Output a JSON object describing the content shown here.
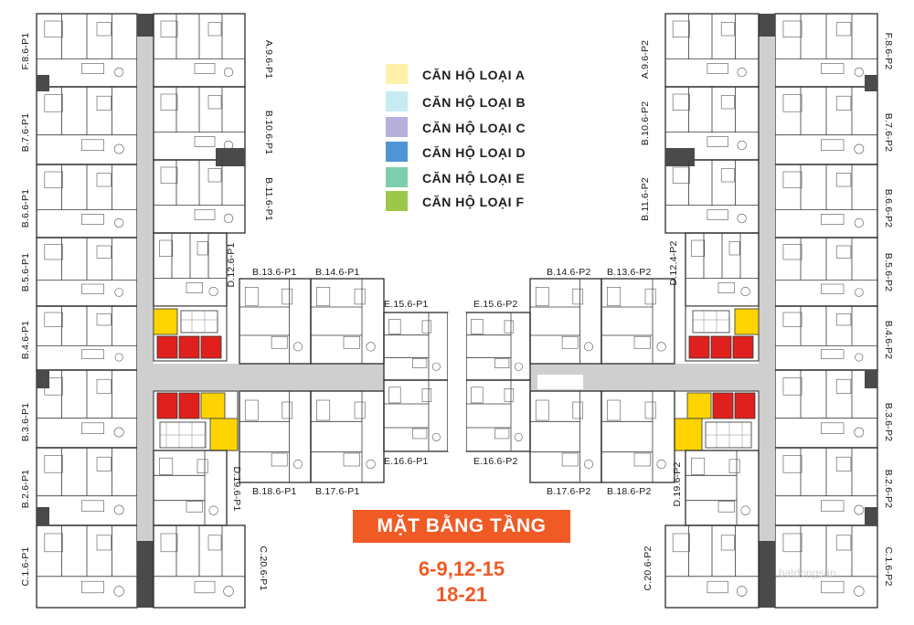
{
  "legend": [
    {
      "label": "CĂN HỘ LOẠI A",
      "color": "#fff1a8"
    },
    {
      "label": "CĂN HỘ LOẠI B",
      "color": "#c6ebf2"
    },
    {
      "label": "CĂN HỘ LOẠI C",
      "color": "#b5b0dc"
    },
    {
      "label": "CĂN HỘ LOẠI D",
      "color": "#4f95d5"
    },
    {
      "label": "CĂN HỘ LOẠI E",
      "color": "#7ccfae"
    },
    {
      "label": "CĂN HỘ LOẠI F",
      "color": "#9cc84a"
    }
  ],
  "colors": {
    "corridor": "#cfcfcf",
    "core": "#4a4a4a",
    "stair_red": "#e0201c",
    "stair_yellow": "#ffd400",
    "title_orange": "#f05a24"
  },
  "title": "MẶT BẰNG TẦNG",
  "floors_line1": "6-9,12-15",
  "floors_line2": "18-21",
  "watermark": "batdongsan",
  "units": {
    "F8_P1": "F.8.6-P1",
    "A9_P1": "A.9.6-P1",
    "B7_P1": "B.7.6-P1",
    "B10_P1": "B.10.6-P1",
    "B6_P1": "B.6.6-P1",
    "B11_P1": "B.11.6-P1",
    "B5_P1": "B.5.6-P1",
    "D12_P1": "D.12.6-P1",
    "B13_P1": "B.13.6-P1",
    "B14_P1": "B.14.6-P1",
    "B4_P1": "B.4.6-P1",
    "E15_P1": "E.15.6-P1",
    "B3_P1": "B.3.6-P1",
    "E16_P1": "E.16.6-P1",
    "B2_P1": "B.2.6-P1",
    "D19_P1": "D.19.6-P1",
    "B18_P1": "B.18.6-P1",
    "B17_P1": "B.17.6-P1",
    "C1_P1": "C.1.6-P1",
    "C20_P1": "C.20.6-P1",
    "F8_P2": "F.8.6-P2",
    "A9_P2": "A.9.6-P2",
    "B7_P2": "B.7.6-P2",
    "B10_P2": "B.10.6-P2",
    "B6_P2": "B.6.6-P2",
    "B11_P2": "B.11.6-P2",
    "B5_P2": "B.5.6-P2",
    "D12_P2": "D.12.4-P2",
    "B14_P2": "B.14.6-P2",
    "B13_P2": "B.13.6-P2",
    "B4_P2": "B.4.6-P2",
    "E15_P2": "E.15.6-P2",
    "B3_P2": "B.3.6-P2",
    "E16_P2": "E.16.6-P2",
    "B2_P2": "B.2.6-P2",
    "D19_P2": "D.19.6-P2",
    "B17_P2": "B.17.6-P2",
    "B18_P2": "B.18.6-P2",
    "C1_P2": "C.1.6-P2",
    "C20_P2": "C.20.6-P2"
  }
}
